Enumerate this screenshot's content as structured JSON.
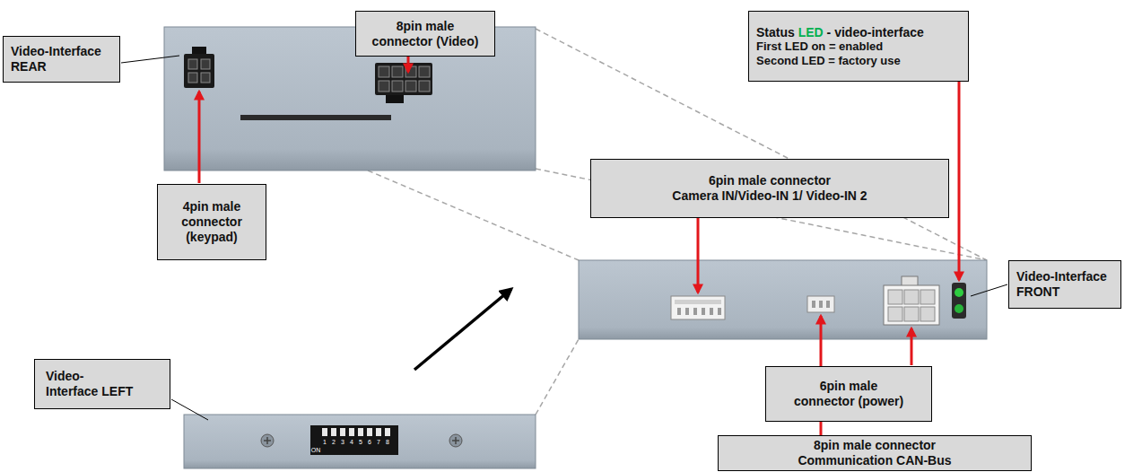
{
  "diagram": {
    "nodes": [
      {
        "text": [
          "Video-Interface REAR"
        ]
      },
      {
        "text": [
          "8pin male connector (Video)"
        ]
      },
      {
        "text": [
          "Status",
          "LED",
          "- video-interface",
          "First LED on = enabled",
          "Second LED = factory use"
        ]
      },
      {
        "text": [
          "4pin male connector (keypad)"
        ]
      },
      {
        "text": [
          "6pin male connector",
          "Camera IN/Video-IN 1/ Video-IN 2"
        ]
      },
      {
        "text": [
          "Video-Interface FRONT"
        ]
      },
      {
        "text": [
          "Video-Interface LEFT"
        ]
      },
      {
        "text": [
          "6pin male connector (power)"
        ]
      },
      {
        "text": [
          "8pin male connector",
          "Communication CAN-Bus"
        ]
      }
    ],
    "labels": [
      "ON",
      "1",
      "2",
      "3",
      "4",
      "5",
      "6",
      "7",
      "8"
    ]
  }
}
